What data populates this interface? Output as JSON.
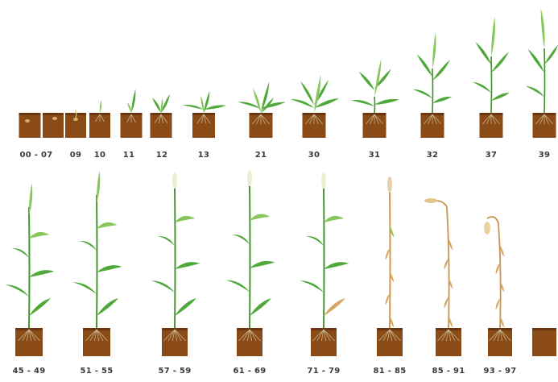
{
  "colors": {
    "soil": "#8a4b17",
    "soil_dark": "#6b3710",
    "leaf_green": "#4fa83a",
    "leaf_light": "#86c75a",
    "stem_green": "#3f8f2d",
    "tassel": "#e8efd2",
    "dry_stem": "#c9944e",
    "dry_leaf": "#d8a560",
    "root": "#c8b48a"
  },
  "rows": [
    {
      "stages": [
        {
          "label": "00 - 07",
          "icon": "seed-icon"
        },
        {
          "label": "09",
          "icon": "germinating-seed-icon"
        },
        {
          "label": "10",
          "icon": "coleoptile-icon"
        },
        {
          "label": "11",
          "icon": "seedling-icon"
        },
        {
          "label": "12",
          "icon": "seedling-icon"
        },
        {
          "label": "13",
          "icon": "seedling-icon"
        },
        {
          "label": "21",
          "icon": "tillering-plant-icon"
        },
        {
          "label": "30",
          "icon": "tillering-plant-icon"
        },
        {
          "label": "31",
          "icon": "stem-elongation-plant-icon"
        },
        {
          "label": "32",
          "icon": "stem-elongation-plant-icon"
        },
        {
          "label": "37",
          "icon": "stem-elongation-plant-icon"
        },
        {
          "label": "39",
          "icon": "stem-elongation-plant-icon"
        }
      ]
    },
    {
      "stages": [
        {
          "label": "45 - 49",
          "icon": "booting-plant-icon"
        },
        {
          "label": "51 - 55",
          "icon": "heading-plant-icon"
        },
        {
          "label": "57 - 59",
          "icon": "heading-plant-icon"
        },
        {
          "label": "61 - 69",
          "icon": "flowering-plant-icon"
        },
        {
          "label": "71 - 79",
          "icon": "grain-filling-plant-icon"
        },
        {
          "label": "81 - 85",
          "icon": "ripening-plant-icon"
        },
        {
          "label": "85 - 91",
          "icon": "ripe-plant-icon"
        },
        {
          "label": "93 - 97",
          "icon": "senescent-plant-icon"
        },
        {
          "label": "",
          "icon": "soil-block-icon"
        }
      ]
    }
  ]
}
